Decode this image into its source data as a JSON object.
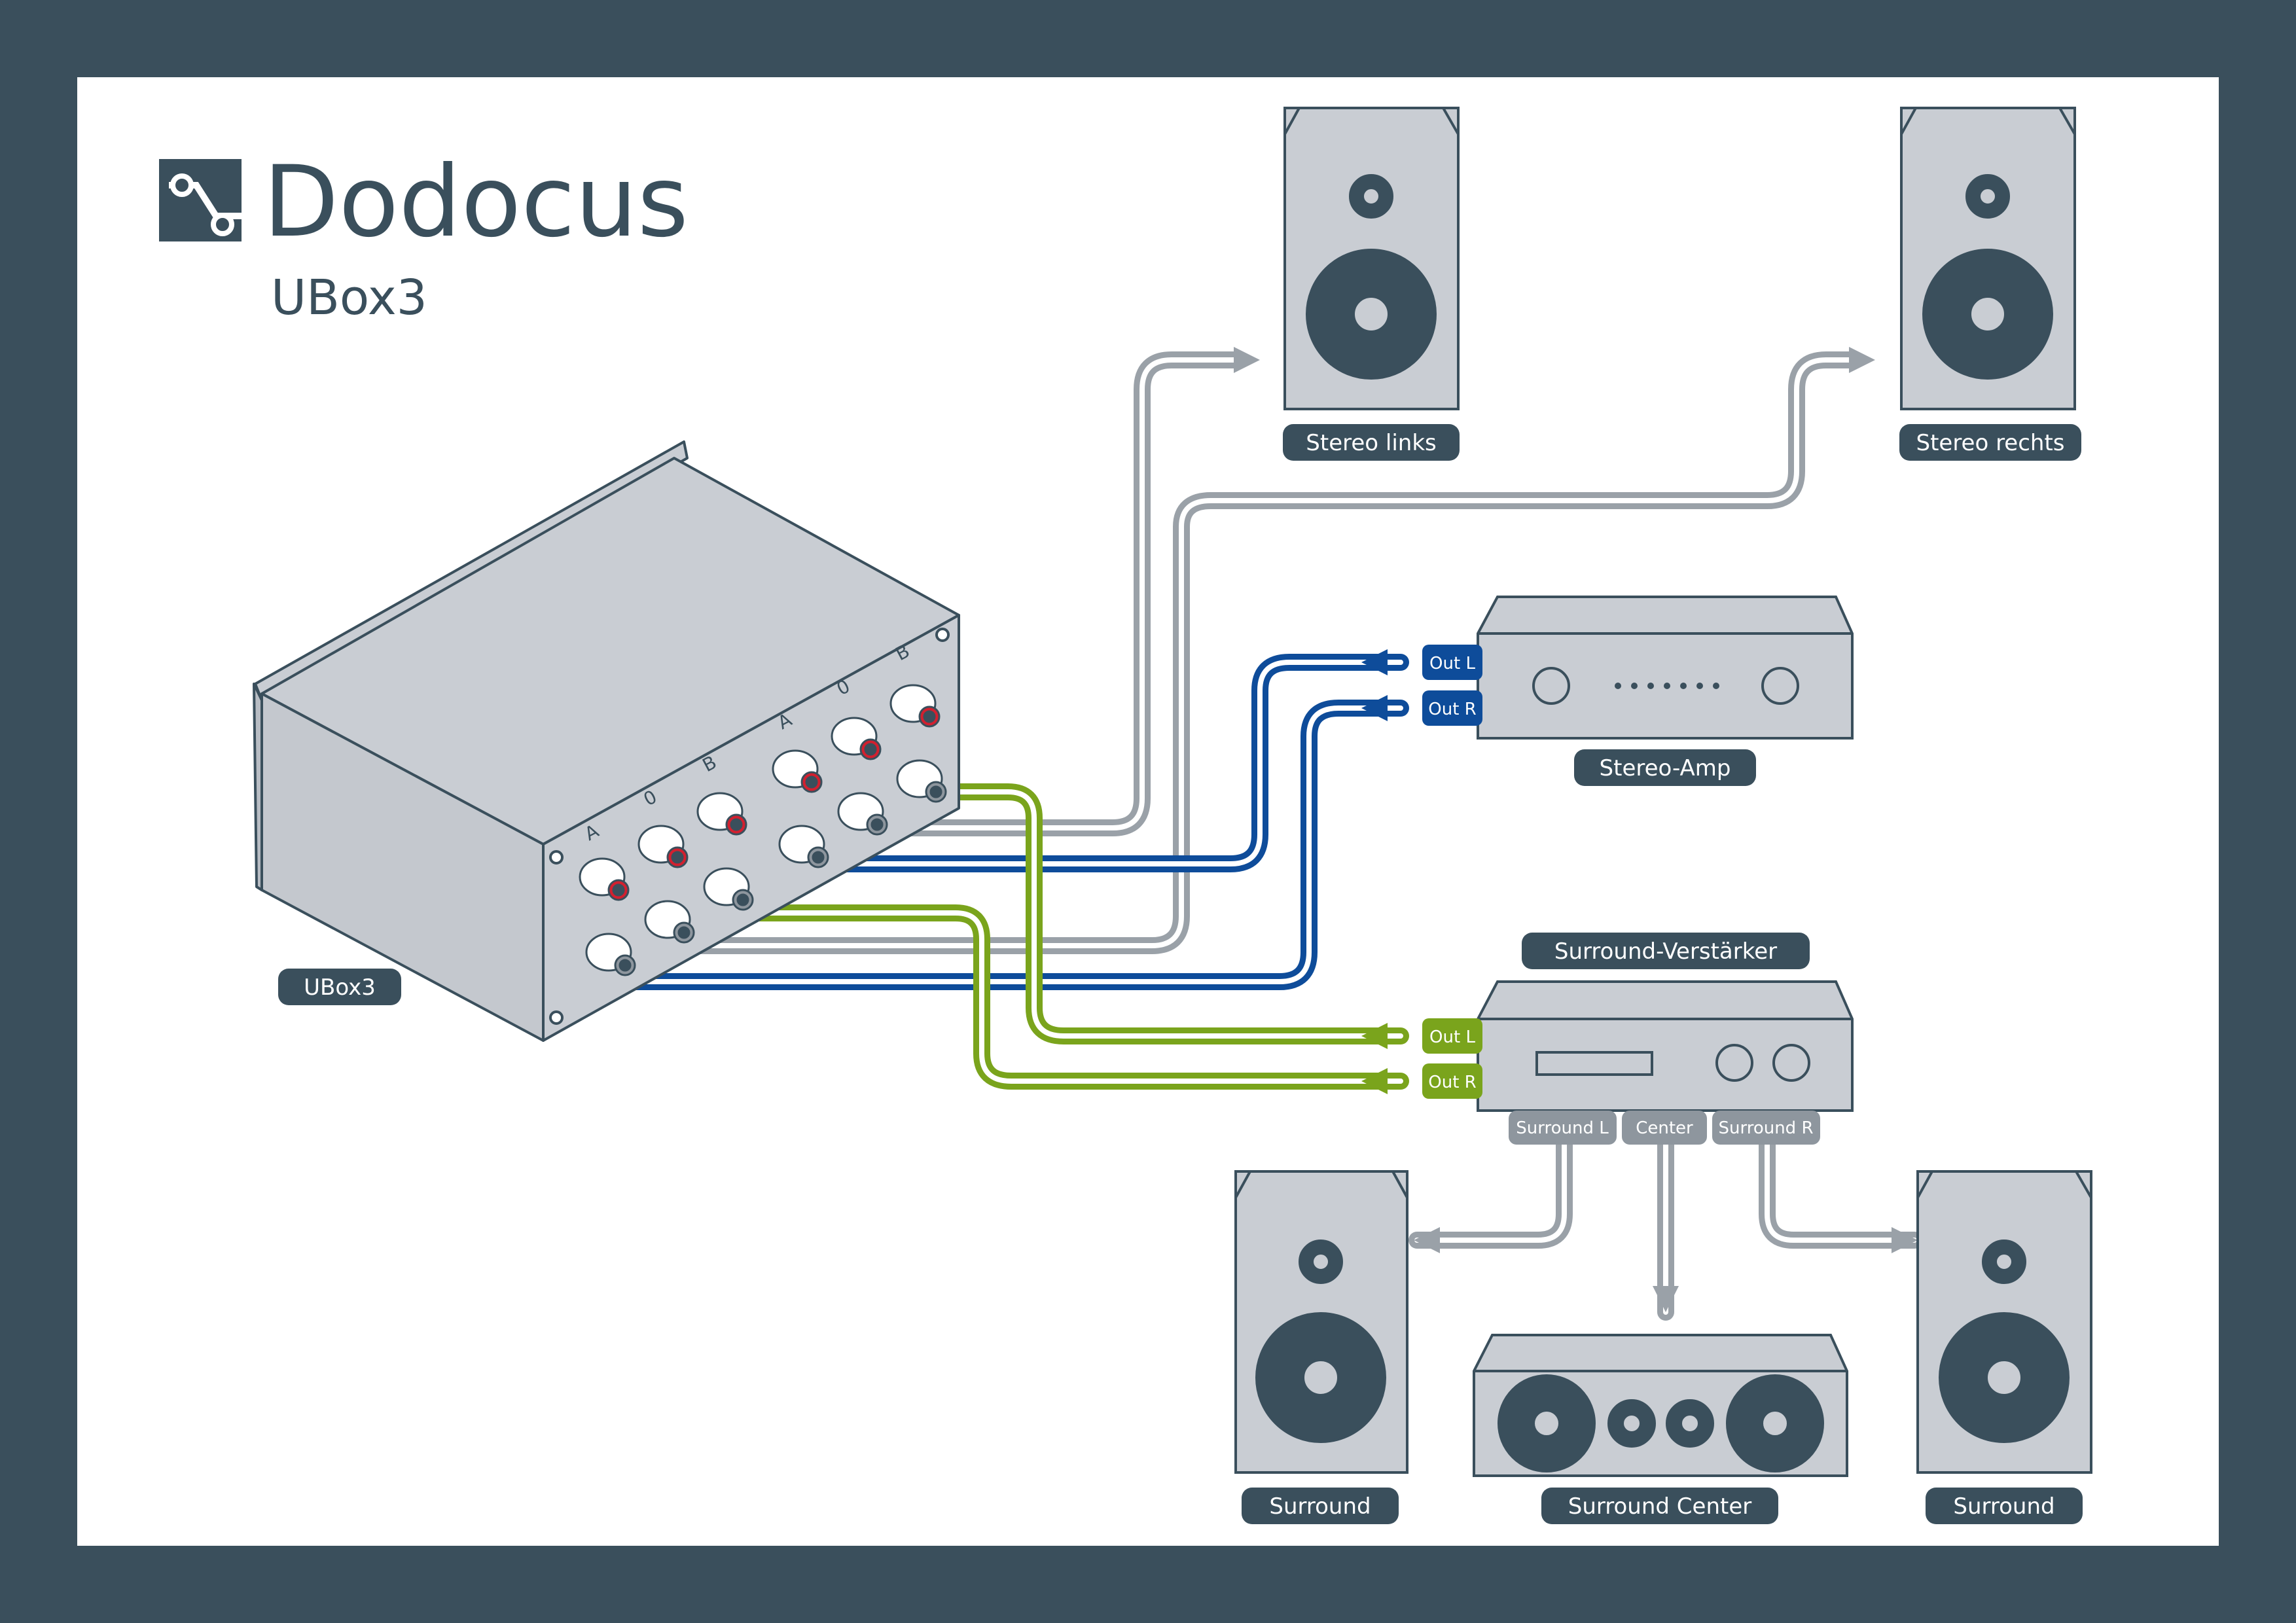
{
  "brand": {
    "name": "Dodocus",
    "product": "UBox3"
  },
  "device": {
    "label": "UBox3",
    "switch_labels": [
      "A",
      "0",
      "B",
      "A",
      "0",
      "B"
    ]
  },
  "speakers": {
    "stereo_left": "Stereo links",
    "stereo_right": "Stereo rechts",
    "surround_left": "Surround",
    "surround_center": "Surround Center",
    "surround_right": "Surround"
  },
  "amplifiers": {
    "stereo": {
      "label": "Stereo-Amp",
      "out_left": "Out L",
      "out_right": "Out R"
    },
    "surround": {
      "label": "Surround-Verstärker",
      "out_left": "Out L",
      "out_right": "Out R",
      "ports": [
        "Surround L",
        "Center",
        "Surround R"
      ]
    }
  },
  "colors": {
    "background_frame": "#3a4f5c",
    "canvas": "#ffffff",
    "device_fill": "#c9cdd3",
    "device_stroke": "#3a4f5c",
    "label_bg": "#3a4f5c",
    "port_label_bg": "#8e969e",
    "cable_grey": "#9aa1a8",
    "cable_blue": "#0e4c9a",
    "cable_green": "#7aa41c",
    "terminal_red": "#d2202f"
  }
}
